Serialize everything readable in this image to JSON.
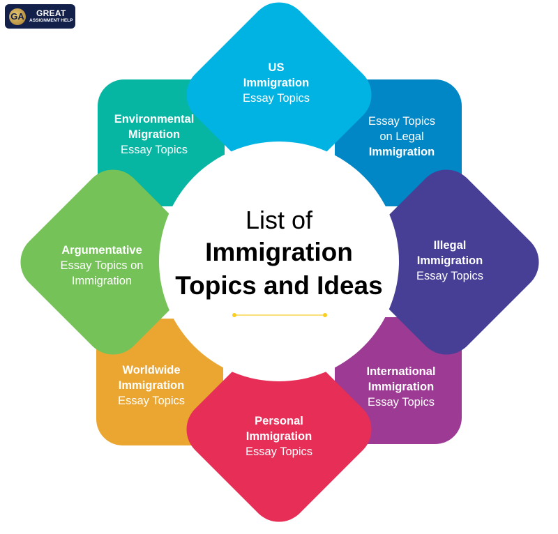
{
  "logo": {
    "mark": "GA",
    "line1": "GREAT",
    "line2": "ASSIGNMENT HELP",
    "bg_color": "#13214a"
  },
  "center": {
    "line1": "List of",
    "line2": "Immigration",
    "line3": "Topics and Ideas",
    "divider_color": "#f8cf1f"
  },
  "petals": {
    "north": {
      "lines": [
        "US",
        "Immigration",
        "Essay Topics"
      ],
      "color": "#00b3e3"
    },
    "northeast": {
      "lines": [
        "Essay Topics",
        "on Legal",
        "Immigration"
      ],
      "color": "#0187c6"
    },
    "east": {
      "lines": [
        "Illegal",
        "Immigration",
        "Essay Topics"
      ],
      "color": "#473f96"
    },
    "southeast": {
      "lines": [
        "International",
        "Immigration",
        "Essay Topics"
      ],
      "color": "#9c3a94"
    },
    "south": {
      "lines": [
        "Personal",
        "Immigration",
        "Essay Topics"
      ],
      "color": "#e62e57"
    },
    "southwest": {
      "lines": [
        "Worldwide",
        "Immigration",
        "Essay Topics"
      ],
      "color": "#eba631"
    },
    "west": {
      "lines": [
        "Argumentative",
        "Essay Topics on",
        "Immigration"
      ],
      "color": "#75c258"
    },
    "northwest": {
      "lines": [
        "Environmental",
        "Migration",
        "Essay Topics"
      ],
      "color": "#06b5a2"
    }
  }
}
